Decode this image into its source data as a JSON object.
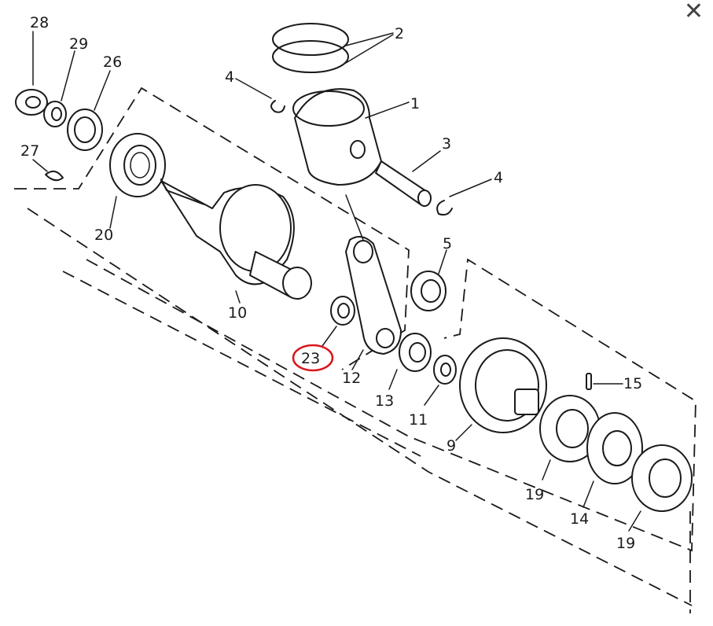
{
  "close_glyph": "✕",
  "highlight_color": "#d9161c",
  "callouts": {
    "c1": "1",
    "c2": "2",
    "c3": "3",
    "c4a": "4",
    "c4b": "4",
    "c5": "5",
    "c9": "9",
    "c10": "10",
    "c11": "11",
    "c12": "12",
    "c13": "13",
    "c14": "14",
    "c15": "15",
    "c19a": "19",
    "c19b": "19",
    "c20": "20",
    "c23": "23",
    "c26": "26",
    "c27": "27",
    "c28": "28",
    "c29": "29"
  }
}
